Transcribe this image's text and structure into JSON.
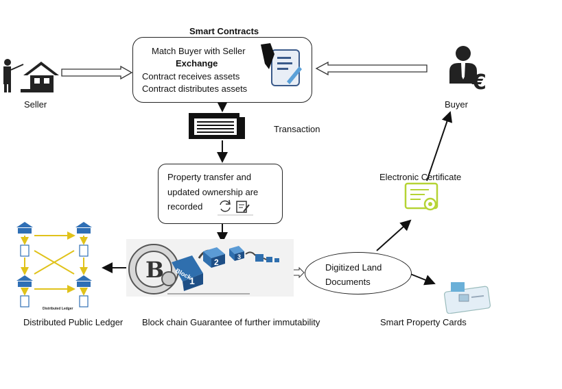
{
  "smart_contracts": {
    "title": "Smart  Contracts",
    "line1": "Match Buyer with Seller",
    "line2": "Exchange",
    "line3": "Contract receives assets",
    "line4": "Contract distributes assets"
  },
  "seller": {
    "label": "Seller"
  },
  "buyer": {
    "label": "Buyer"
  },
  "transaction": {
    "label": "Transaction"
  },
  "property_transfer": {
    "line1": "Property transfer and",
    "line2": "updated ownership are",
    "line3": "recorded"
  },
  "electronic_certificate": {
    "label": "Electronic Certificate"
  },
  "digitized_docs": {
    "line1": "Digitized Land",
    "line2": "Documents"
  },
  "distributed_ledger": {
    "label": "Distributed Public Ledger",
    "mini_label": "Distributed Ledger"
  },
  "blockchain": {
    "label": "Block chain Guarantee of further immutability",
    "coin_letter": "B",
    "block1": "1",
    "block2": "2",
    "block3": "3",
    "block_word": "Block"
  },
  "smart_cards": {
    "label": "Smart Property Cards"
  },
  "colors": {
    "ledger_blue": "#2f6fb5",
    "ledger_arrow": "#e0c21a",
    "cert_green": "#b5d334",
    "block_blue": "#2f6fae"
  }
}
